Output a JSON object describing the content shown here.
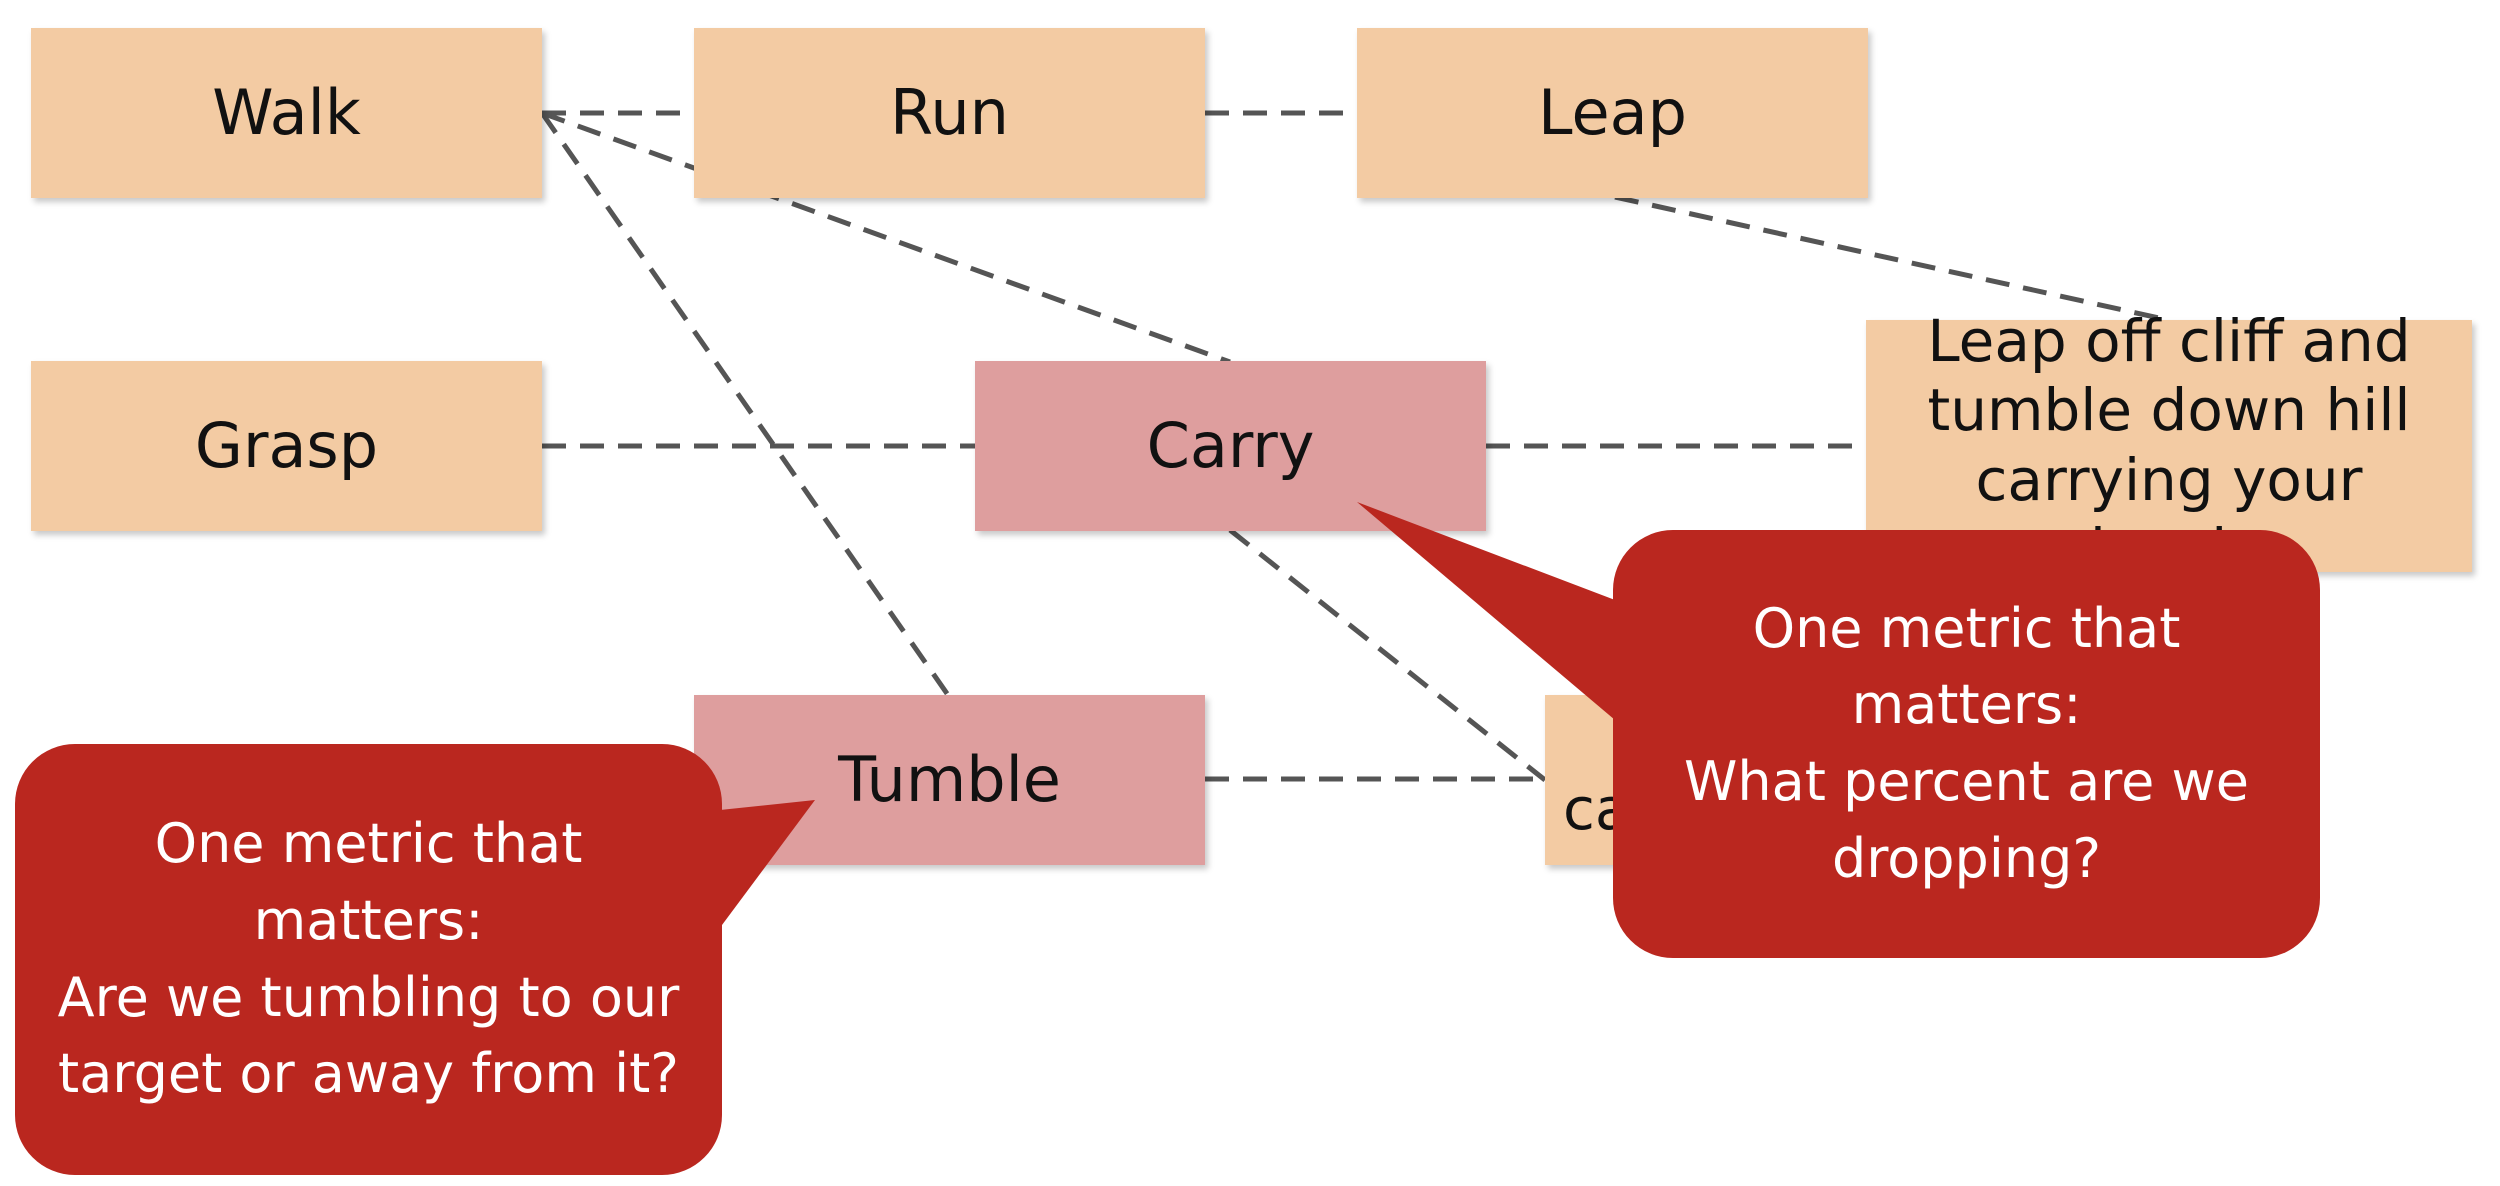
{
  "nodes": {
    "walk": "Walk",
    "run": "Run",
    "leap": "Leap",
    "grasp": "Grasp",
    "carry": "Carry",
    "tumble": "Tumble",
    "leap_combo": "Leap off cliff and tumble down hill carrying your lunch",
    "hidden_combo": "ca"
  },
  "callouts": {
    "left": "One metric that\nmatters:\nAre we tumbling to our\ntarget or away from it?",
    "right": "One metric that\nmatters:\nWhat percent are we\ndropping?"
  },
  "colors": {
    "node_fill": "#F3CBA3",
    "highlight_fill": "#DE9E9E",
    "callout_fill": "#BA271F",
    "connector": "#555555"
  }
}
